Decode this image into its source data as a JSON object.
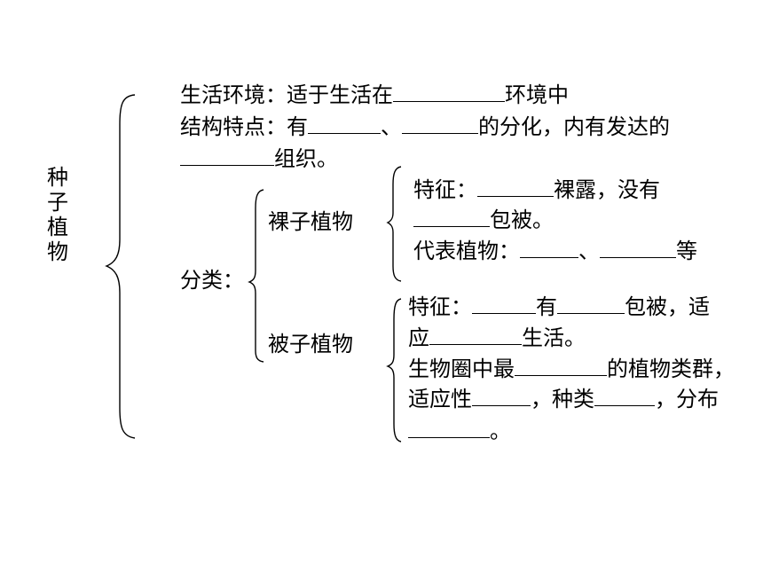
{
  "root": {
    "chars": [
      "种",
      "子",
      "植",
      "物"
    ]
  },
  "environment": {
    "label": "生活环境：适于生活在",
    "suffix": "环境中"
  },
  "structure": {
    "label": "结构特点：有",
    "sep": "、",
    "mid": "的分化，内有发达的",
    "end": "组织。"
  },
  "classification": {
    "label": "分类："
  },
  "gymnosperm": {
    "name": "裸子植物",
    "feature_label": "特征：",
    "feature_mid": "裸露，没有",
    "feature_end": "包被。",
    "rep_label": "代表植物：",
    "rep_sep": "、",
    "rep_end": "等"
  },
  "angiosperm": {
    "name": "被子植物",
    "feature_label": "特征：",
    "feature_mid": "有",
    "feature_end": "包被，适",
    "adapt_label": "应",
    "adapt_end": "生活。",
    "rank_label": "生物圈中最",
    "rank_end": "的植物类群，",
    "adapt2_label": "适应性",
    "adapt2_mid": "，种类",
    "adapt2_end": "，分布",
    "final_end": "。"
  }
}
